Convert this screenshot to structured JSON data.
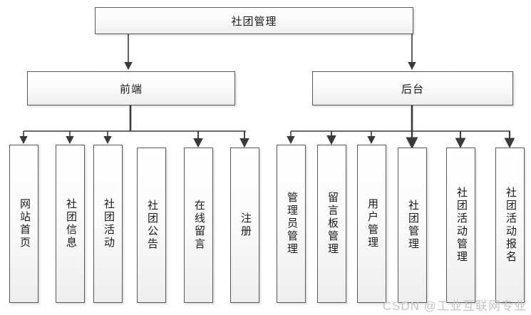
{
  "diagram": {
    "type": "tree",
    "root": {
      "label": "社团管理"
    },
    "branches": [
      {
        "label": "前端"
      },
      {
        "label": "后台"
      }
    ],
    "frontend_leaves": [
      {
        "label": "网站首页"
      },
      {
        "label": "社团信息"
      },
      {
        "label": "社团活动"
      },
      {
        "label": "社团公告"
      },
      {
        "label": "在线留言"
      },
      {
        "label": "注册"
      }
    ],
    "backend_leaves": [
      {
        "label": "管理员管理"
      },
      {
        "label": "留言板管理"
      },
      {
        "label": "用户管理"
      },
      {
        "label": "社团管理"
      },
      {
        "label": "社团活动管理"
      },
      {
        "label": "社团活动报名"
      }
    ]
  },
  "watermark": {
    "text": "CSDN @工业互联网专业"
  },
  "colors": {
    "border": "#585858",
    "connector": "#3a3a3a",
    "text": "#1a1a1a",
    "watermark": "#c6c6c6",
    "fill_top": "#ffffff",
    "fill_bottom": "#eeeeee"
  }
}
